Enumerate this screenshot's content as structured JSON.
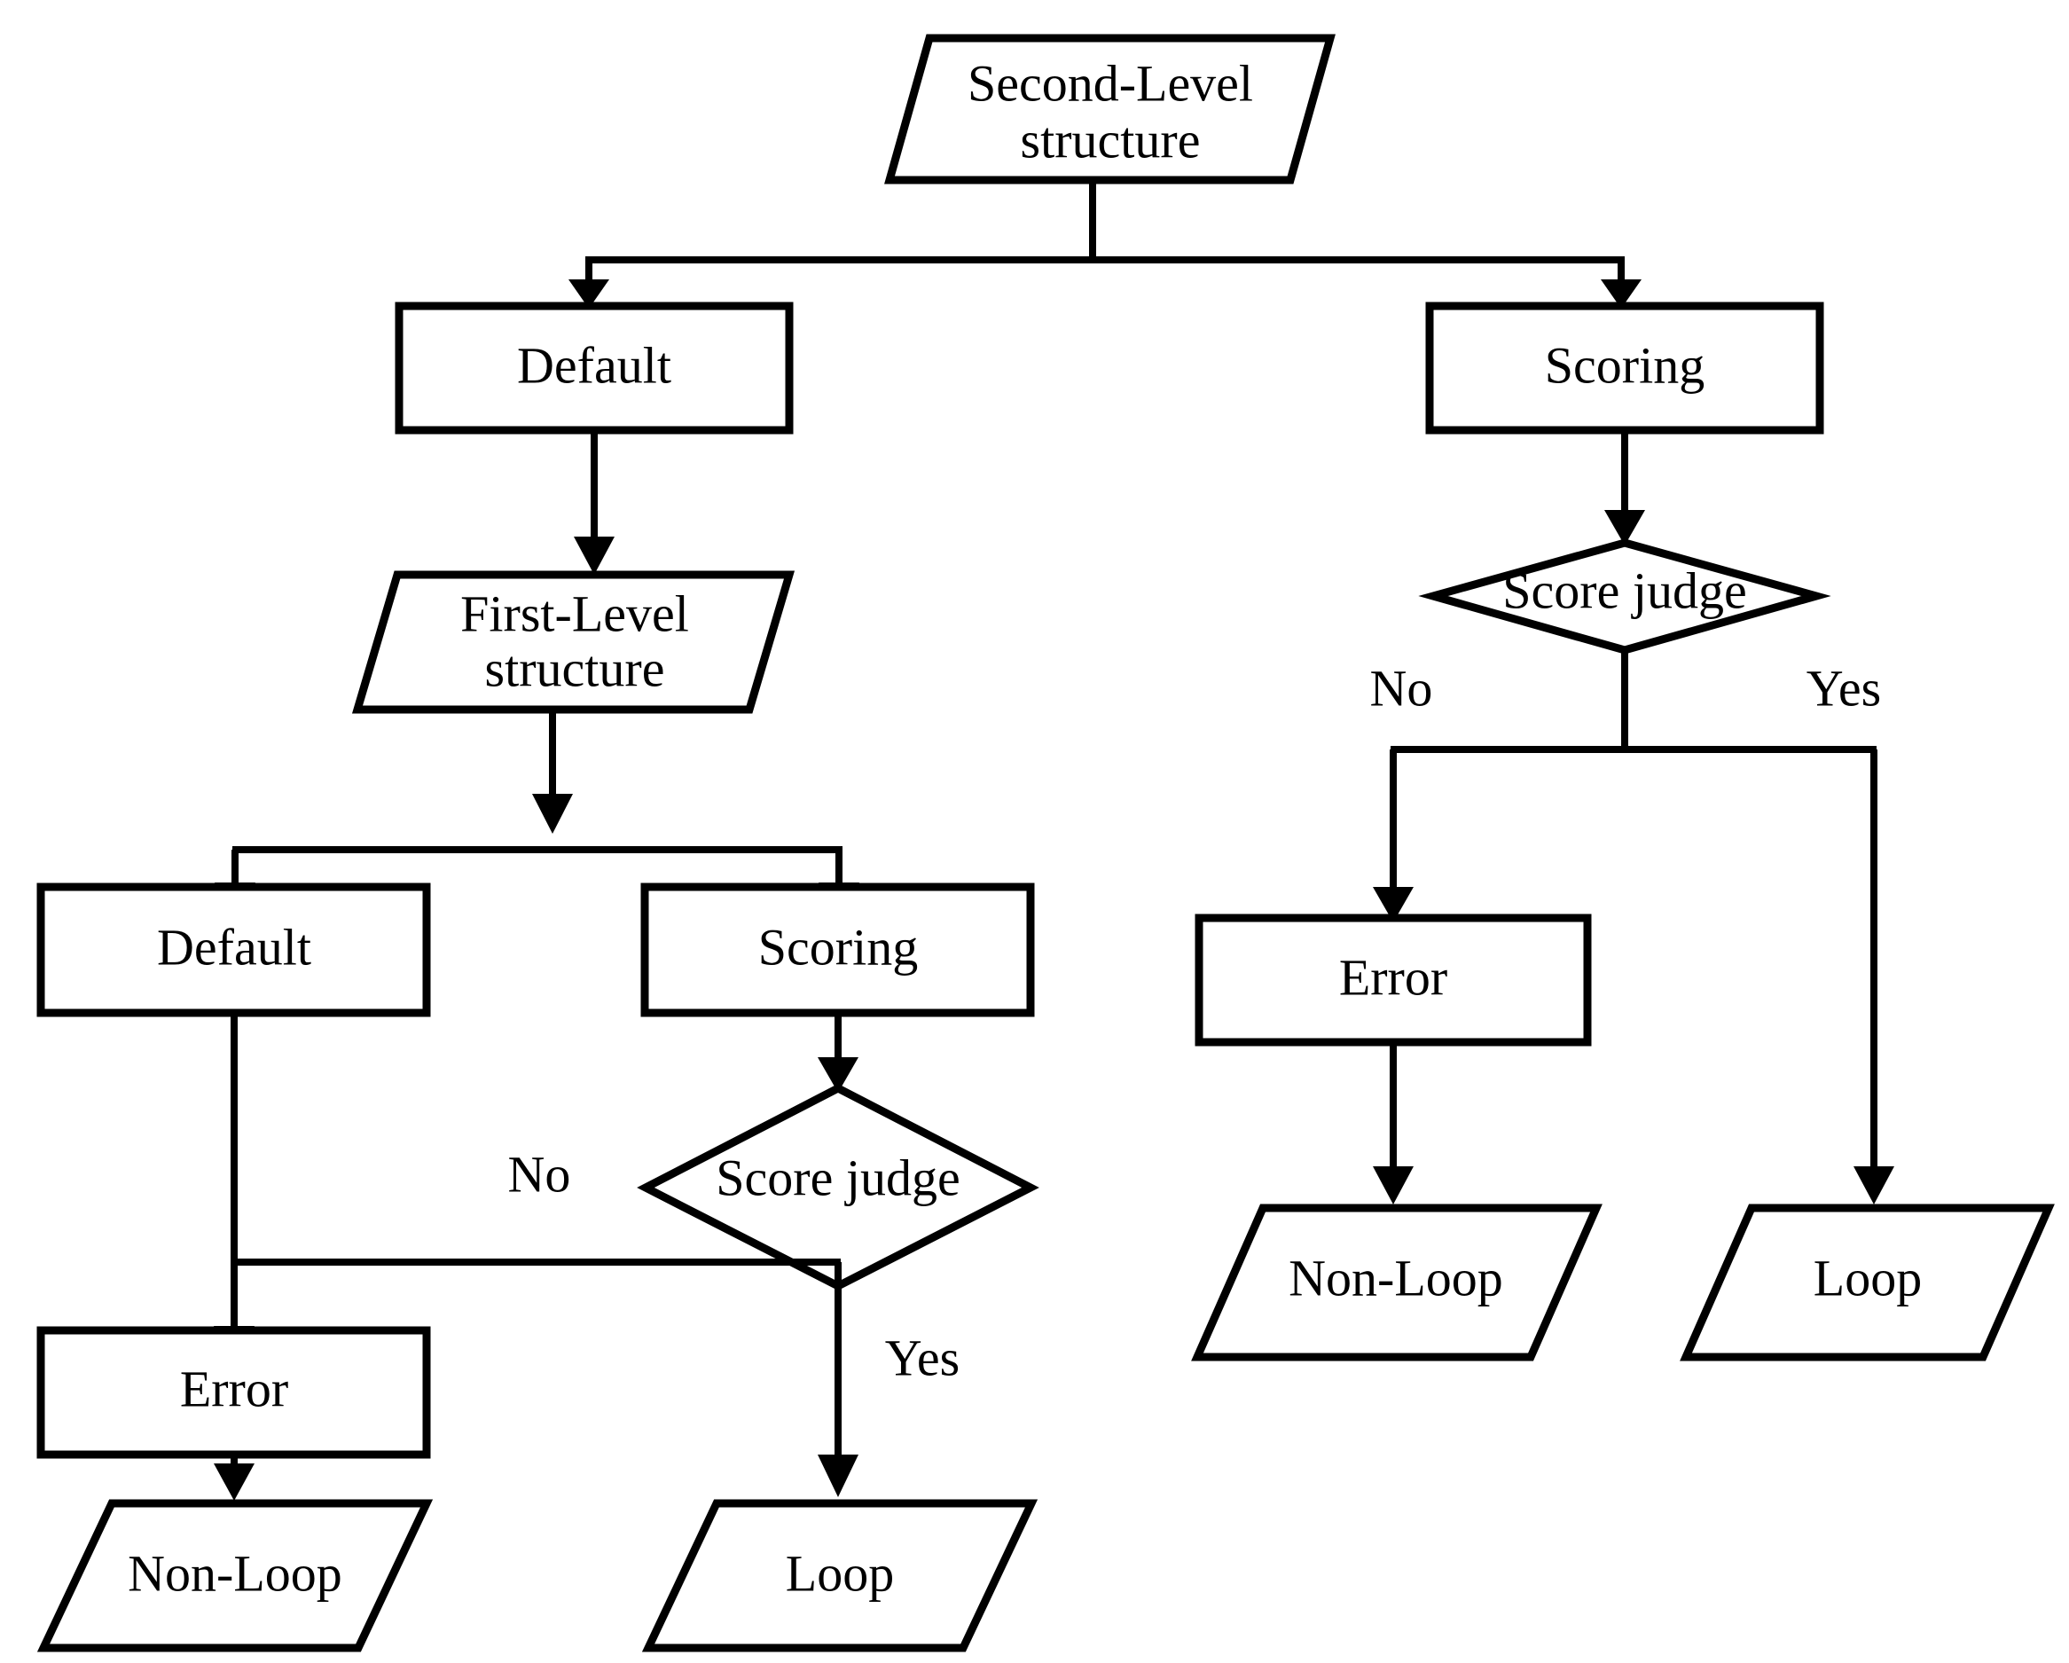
{
  "diagram": {
    "title": "Second-Level structure flowchart",
    "colors": {
      "stroke": "#000000",
      "fill": "#ffffff",
      "background": "#ffffff"
    },
    "nodes": {
      "root": {
        "label_line1": "Second-Level",
        "label_line2": "structure",
        "shape": "parallelogram"
      },
      "left_default": {
        "label": "Default",
        "shape": "rectangle"
      },
      "right_scoring": {
        "label": "Scoring",
        "shape": "rectangle"
      },
      "first_level": {
        "label_line1": "First-Level",
        "label_line2": "structure",
        "shape": "parallelogram"
      },
      "right_score_judge": {
        "label": "Score judge",
        "shape": "diamond"
      },
      "l2_default": {
        "label": "Default",
        "shape": "rectangle"
      },
      "l2_scoring": {
        "label": "Scoring",
        "shape": "rectangle"
      },
      "l2_score_judge": {
        "label": "Score judge",
        "shape": "diamond"
      },
      "l2_error": {
        "label": "Error",
        "shape": "rectangle"
      },
      "l2_nonloop": {
        "label": "Non-Loop",
        "shape": "parallelogram"
      },
      "l2_loop": {
        "label": "Loop",
        "shape": "parallelogram"
      },
      "r_error": {
        "label": "Error",
        "shape": "rectangle"
      },
      "r_nonloop": {
        "label": "Non-Loop",
        "shape": "parallelogram"
      },
      "r_loop": {
        "label": "Loop",
        "shape": "parallelogram"
      }
    },
    "edge_labels": {
      "right_no": "No",
      "right_yes": "Yes",
      "left_no": "No",
      "left_yes": "Yes"
    }
  }
}
